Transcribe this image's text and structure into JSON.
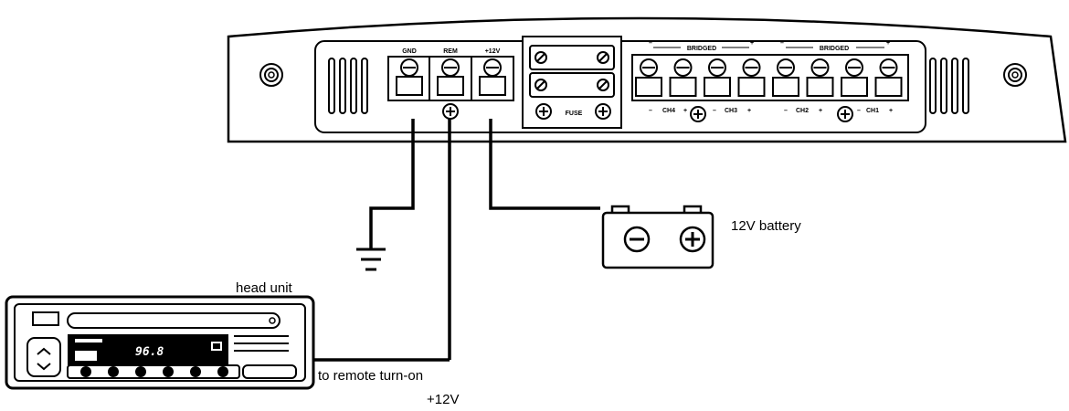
{
  "amplifier": {
    "power_terminal_labels": [
      "GND",
      "REM",
      "+12V"
    ],
    "fuse_label": "FUSE",
    "bridged_labels": [
      "BRIDGED",
      "BRIDGED"
    ],
    "channel_labels": [
      "CH4",
      "CH3",
      "CH2",
      "CH1"
    ],
    "polarity_minus": "–",
    "polarity_plus": "+"
  },
  "labels": {
    "battery": "12V battery",
    "head_unit": "head unit",
    "remote_line1": "to remote turn-on",
    "remote_line2": "+12V"
  },
  "head_unit": {
    "display_text": "96.8"
  },
  "icons": [
    "screw-terminal-icon",
    "mount-hole-icon",
    "ground-symbol-icon",
    "battery-icon",
    "fuse-icon"
  ]
}
